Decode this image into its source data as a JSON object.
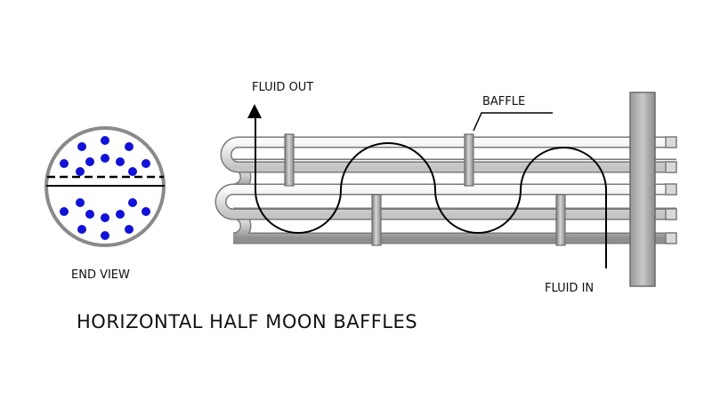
{
  "labels": {
    "fluid_out": "FLUID OUT",
    "baffle": "BAFFLE",
    "fluid_in": "FLUID IN",
    "end_view": "END VIEW",
    "title": "HORIZONTAL HALF MOON BAFFLES"
  },
  "colors": {
    "tube_light": "#f2f2f2",
    "tube_dark": "#8e8e8e",
    "tube_outline": "#7a7a7a",
    "dot": "#1010e0",
    "flow_line": "#000000",
    "background": "#ffffff"
  },
  "icons": {
    "flow_arrow": "arrow-up-icon"
  }
}
